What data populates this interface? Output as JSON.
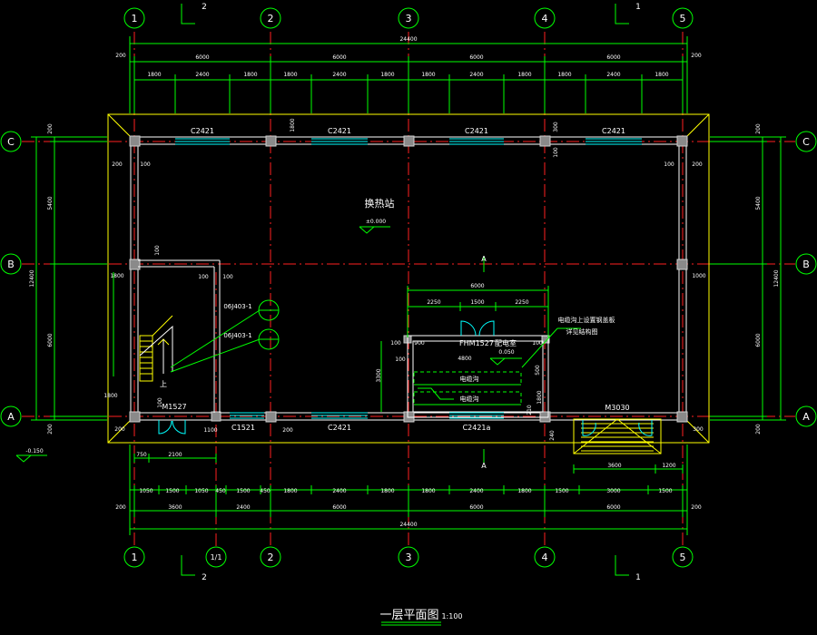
{
  "drawing": {
    "title": "一层平面图",
    "scale": "1:100",
    "room_label": "换热站",
    "room_elevation": "±0.000",
    "outdoor_elevation": "-0.150",
    "section_mark": "A",
    "cut_markers": {
      "top_left": "2",
      "top_right": "1",
      "bottom_left": "2",
      "bottom_right": "1"
    }
  },
  "axes": {
    "vertical": [
      "1",
      "2",
      "3",
      "4",
      "5"
    ],
    "vertical_extra": "1/1",
    "horizontal": [
      "C",
      "B",
      "A"
    ]
  },
  "dimensions": {
    "top_total": "24400",
    "top_bays": [
      "6000",
      "6000",
      "6000",
      "6000"
    ],
    "top_edge": "200",
    "top_openings": [
      "1800",
      "2400",
      "1800",
      "1800",
      "2400",
      "1800",
      "1800",
      "2400",
      "1800",
      "1800",
      "2400",
      "1800"
    ],
    "bottom_total": "24400",
    "bottom_bays": [
      "3600",
      "2400",
      "6000",
      "6000",
      "6000"
    ],
    "bottom_edge": "200",
    "bottom_openings": [
      "1050",
      "1500",
      "1050",
      "450",
      "1500",
      "450",
      "1800",
      "2400",
      "1800",
      "1800",
      "2400",
      "1800",
      "1500",
      "3000",
      "1500"
    ],
    "left_total": "12400",
    "left_bays": [
      "5400",
      "6000"
    ],
    "left_edge": "200",
    "right_total": "12400",
    "right_bays": [
      "5400",
      "6000"
    ],
    "right_edge": "200",
    "pit_total": "6000",
    "pit_parts": [
      "2250",
      "1500",
      "2250"
    ],
    "stair_dims": [
      "750",
      "2100"
    ],
    "ramp_dims": [
      "3600",
      "1200"
    ],
    "misc": {
      "d1800": "1800",
      "d100": "100",
      "d900": "900",
      "d4800": "4800",
      "d0050": "0.050",
      "d300": "300",
      "d3300": "3300",
      "d500": "500",
      "d1000": "1000",
      "d1100": "1100",
      "d210": "210",
      "d240": "240"
    }
  },
  "windows": {
    "top": [
      "C2421",
      "C2421",
      "C2421",
      "C2421"
    ],
    "bottom": [
      "C1521",
      "C2421",
      "C2421a"
    ]
  },
  "doors": {
    "left": "M1527",
    "pit": "FHM1527",
    "right": "M3030"
  },
  "pit_room": {
    "label": "配电室",
    "trench1": "电缆沟",
    "trench2": "电缆沟",
    "note_line1": "电缆沟上设置钢盖板",
    "note_line2": "详见结构图"
  },
  "stair": {
    "up_label": "上",
    "detail1": "06J403-1",
    "detail2": "06J403-1"
  },
  "colors": {
    "background": "#000000",
    "dim": "#00ff00",
    "wall": "#ffffff",
    "column": "#b0b0b0",
    "window": "#00ffff",
    "axis": "#ff0000",
    "outline": "#ffff00",
    "stair": "#ffff00",
    "text": "#ffffff"
  }
}
